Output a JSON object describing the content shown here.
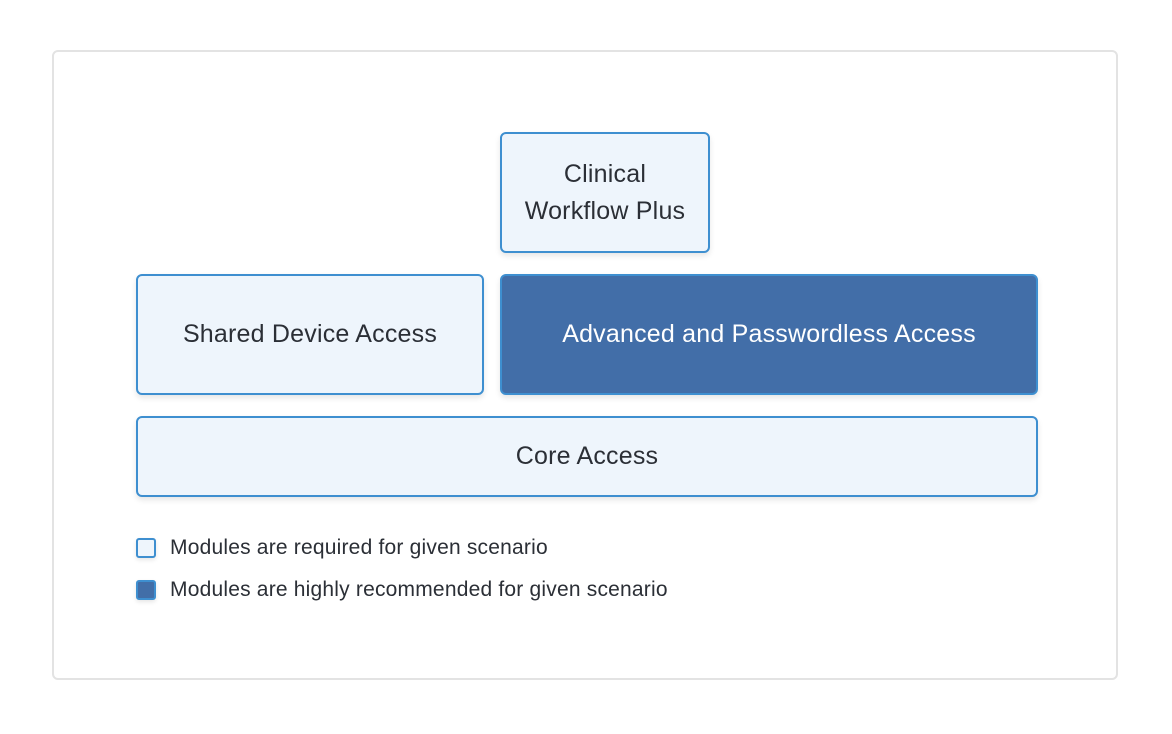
{
  "diagram": {
    "modules": [
      {
        "id": "clinical",
        "label": "Clinical\nWorkflow Plus",
        "kind": "required"
      },
      {
        "id": "shared",
        "label": "Shared Device Access",
        "kind": "required"
      },
      {
        "id": "advanced",
        "label": "Advanced and Passwordless Access",
        "kind": "recommended"
      },
      {
        "id": "core",
        "label": "Core Access",
        "kind": "required"
      }
    ],
    "legend": [
      {
        "label": "Modules are required for given scenario",
        "kind": "required"
      },
      {
        "label": "Modules are highly recommended for given scenario",
        "kind": "recommended"
      }
    ]
  },
  "colors": {
    "required_fill": "#eef5fc",
    "recommended_fill": "#426ea8",
    "border": "#3e8fd0",
    "frame_border": "#e3e3e3",
    "text": "#2b2f36"
  }
}
